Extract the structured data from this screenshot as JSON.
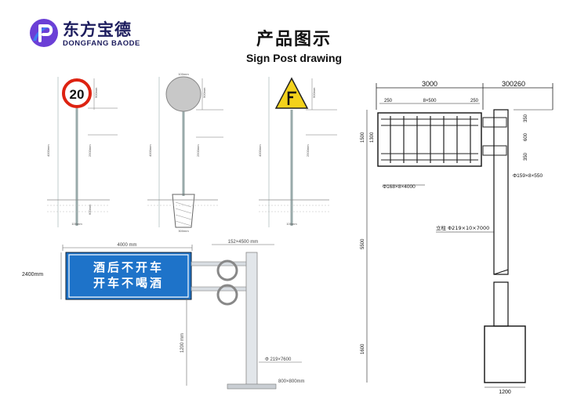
{
  "brand": {
    "name_cn": "东方宝德",
    "name_en": "DONGFANG BAODE",
    "logo_letter": "P",
    "colors": {
      "logo_primary": "#6b3fd6",
      "logo_secondary": "#3f7cf0",
      "text": "#1d1d5e"
    }
  },
  "header": {
    "title_cn": "产品图示",
    "title_en": "Sign Post drawing"
  },
  "signs": {
    "speed_limit": "20",
    "panel_line1": "酒后不开车",
    "panel_line2": "开车不喝酒"
  },
  "dimensions": {
    "gantry_width": "3000",
    "gantry_offset": "300260",
    "edge_left": "250",
    "frame_spacing": "8×500",
    "edge_right": "250",
    "frame_height_a": "1500",
    "frame_height_b": "1300",
    "bracket_top": "350",
    "bracket_mid": "600",
    "bracket_low": "350",
    "frame_tube": "Φ168×8×4000",
    "arm_tube": "Φ159×8×550",
    "column_label": "立柱 Φ219×10×7000",
    "column_height": "5500",
    "base_height": "1600",
    "base_width": "1200",
    "panel_width": "4000 mm",
    "panel_height": "2400mm",
    "arm_spec": "152×4500 mm",
    "pole_height": "1200 mm",
    "pole_spec": "Φ 219×7600",
    "base_plate": "800×800mm",
    "post_width": "100mm",
    "foundation_width": "300mm",
    "post_height": "4000mm",
    "post_upper": "2500mm",
    "sign_height": "900mm",
    "embed_depth": "600mm"
  }
}
